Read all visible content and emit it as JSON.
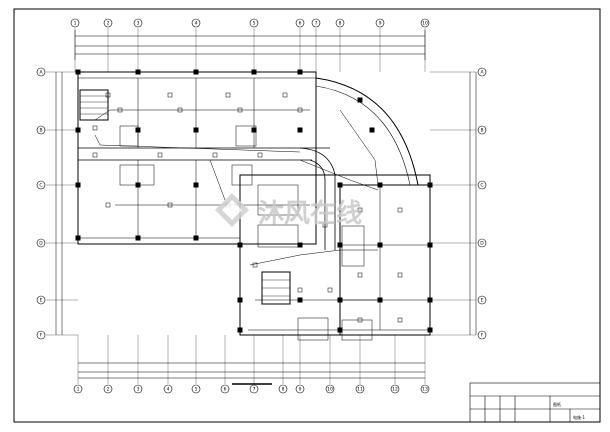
{
  "drawing": {
    "watermark": "沐风在线",
    "title_block": {
      "drawing_number": "电施-1",
      "sheet_label": "图纸"
    }
  },
  "grid_labels": {
    "top": [
      "1",
      "2",
      "3",
      "4",
      "5",
      "6",
      "7",
      "8",
      "9",
      "10"
    ],
    "bottom": [
      "1",
      "2",
      "3",
      "4",
      "5",
      "6",
      "7",
      "8",
      "9",
      "10",
      "11",
      "12",
      "13"
    ],
    "left": [
      "A",
      "B",
      "C",
      "D",
      "E",
      "F"
    ],
    "right": [
      "A",
      "B",
      "C",
      "D",
      "E",
      "F"
    ]
  },
  "colors": {
    "line": "#000000",
    "watermark": "#d0d0d0"
  }
}
